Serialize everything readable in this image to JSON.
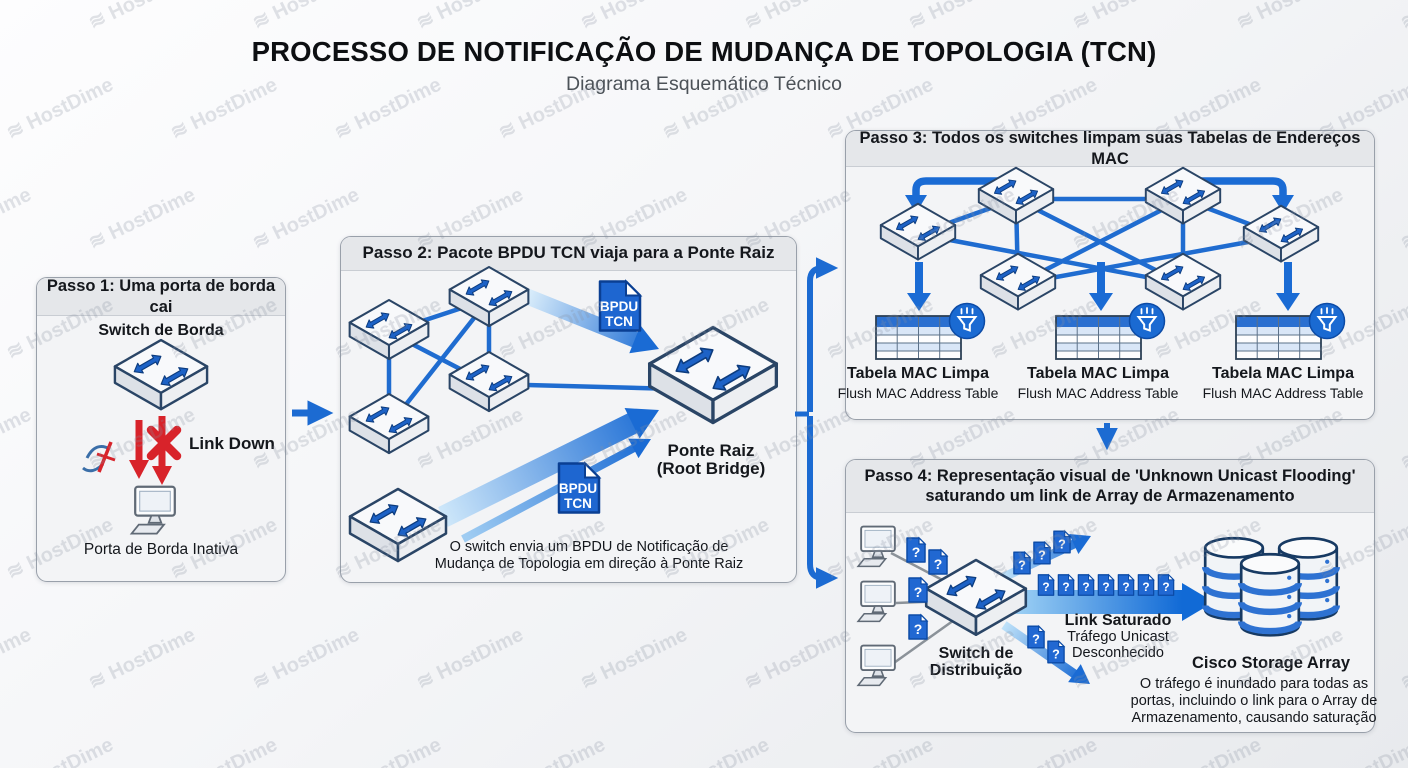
{
  "title": "PROCESSO DE NOTIFICAÇÃO DE MUDANÇA DE TOPOLOGIA (TCN)",
  "subtitle": "Diagrama Esquemático Técnico",
  "watermark": {
    "icon": "≋",
    "text": "HostDime"
  },
  "colors": {
    "accent_blue": "#1c6bd2",
    "alert_red": "#d8232a",
    "table_header_blue": "#2a6fd0"
  },
  "panel1": {
    "header": "Passo 1: Uma porta de borda cai",
    "switch_label": "Switch de Borda",
    "link_down_label": "Link Down",
    "port_label": "Porta de Borda Inativa"
  },
  "panel2": {
    "header": "Passo 2: Pacote BPDU TCN viaja para a Ponte Raiz",
    "bpdu_line1": "BPDU",
    "bpdu_line2": "TCN",
    "root_label_line1": "Ponte Raiz",
    "root_label_line2": "(Root Bridge)",
    "caption_line1": "O switch envia um BPDU de Notificação de",
    "caption_line2": "Mudança de Topologia em direção à Ponte Raiz"
  },
  "panel3": {
    "header": "Passo 3: Todos os switches limpam suas Tabelas de Endereços MAC",
    "tables": [
      {
        "title": "Tabela MAC Limpa",
        "subtitle": "Flush MAC Address Table"
      },
      {
        "title": "Tabela MAC Limpa",
        "subtitle": "Flush MAC Address Table"
      },
      {
        "title": "Tabela MAC Limpa",
        "subtitle": "Flush MAC Address Table"
      }
    ]
  },
  "panel4": {
    "header_line1": "Passo 4: Representação visual de 'Unknown Unicast Flooding'",
    "header_line2": "saturando um link de Array de Armazenamento",
    "packet_glyph": "?",
    "switch_label_line1": "Switch de",
    "switch_label_line2": "Distribuição",
    "saturated_line1": "Link Saturado",
    "saturated_line2": "Tráfego Unicast",
    "saturated_line3": "Desconhecido",
    "storage_label": "Cisco Storage Array",
    "caption_line1": "O tráfego é inundado para todas as",
    "caption_line2": "portas, incluindo o link para o Array de",
    "caption_line3": "Armazenamento, causando saturação"
  }
}
